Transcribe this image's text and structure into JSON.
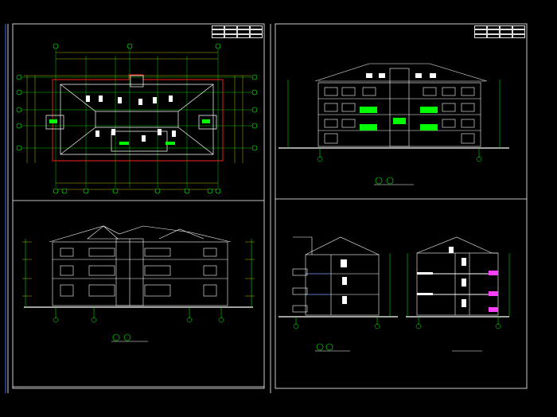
{
  "viewer": {
    "background": "#000000",
    "accent_line": "#3d6dff",
    "frame_color": "#ffffff",
    "wall_color": "#ffffff",
    "grid_color": "#00ff00",
    "boundary_color": "#ff2020",
    "highlight_color": "#ff40ff",
    "dim_color": "#e8e800"
  },
  "sheets": {
    "left": {
      "title_block": [
        "",
        "",
        "",
        "",
        "",
        "",
        "",
        "",
        "",
        "",
        "",
        ""
      ],
      "drawings": [
        {
          "id": "roof-plan",
          "title_text": "",
          "scale_text": "",
          "icon": "roof-plan-drawing-icon"
        },
        {
          "id": "front-elevation",
          "title_text": "",
          "scale_text": "",
          "icon": "elevation-drawing-icon"
        }
      ]
    },
    "right": {
      "title_block": [
        "",
        "",
        "",
        "",
        "",
        "",
        "",
        "",
        "",
        "",
        "",
        ""
      ],
      "drawings": [
        {
          "id": "rear-elevation",
          "title_text": "",
          "scale_text": "",
          "icon": "elevation-drawing-icon"
        },
        {
          "id": "side-elevation",
          "title_text": "",
          "scale_text": "",
          "icon": "elevation-drawing-icon"
        },
        {
          "id": "section-a-a",
          "title_text": "",
          "scale_text": "",
          "icon": "section-drawing-icon"
        }
      ]
    }
  }
}
